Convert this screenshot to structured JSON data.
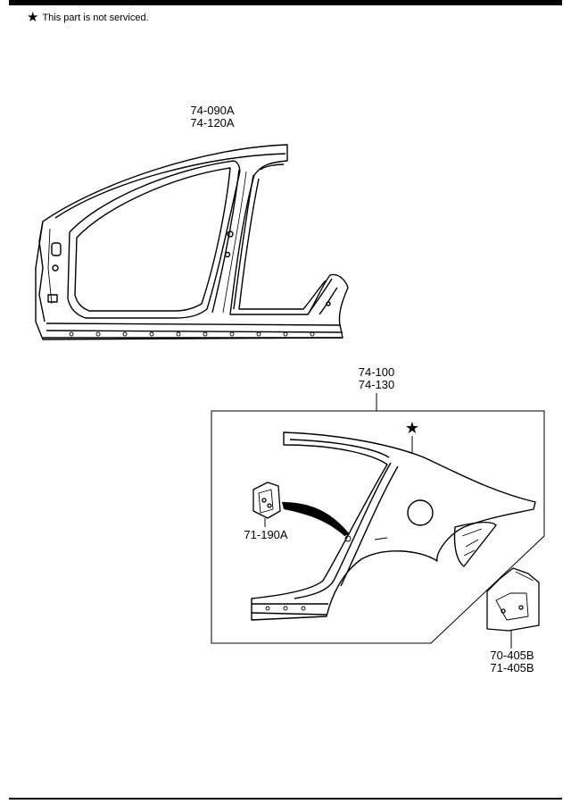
{
  "note": {
    "symbol": "★",
    "text": "This part is not serviced."
  },
  "callouts": {
    "front_panel": [
      "74-090A",
      "74-120A"
    ],
    "rear_panel": [
      "74-100",
      "74-130"
    ],
    "bracket": "71-190A",
    "lower_extension": [
      "70-405B",
      "71-405B"
    ]
  },
  "rear_panel_marker": "★"
}
